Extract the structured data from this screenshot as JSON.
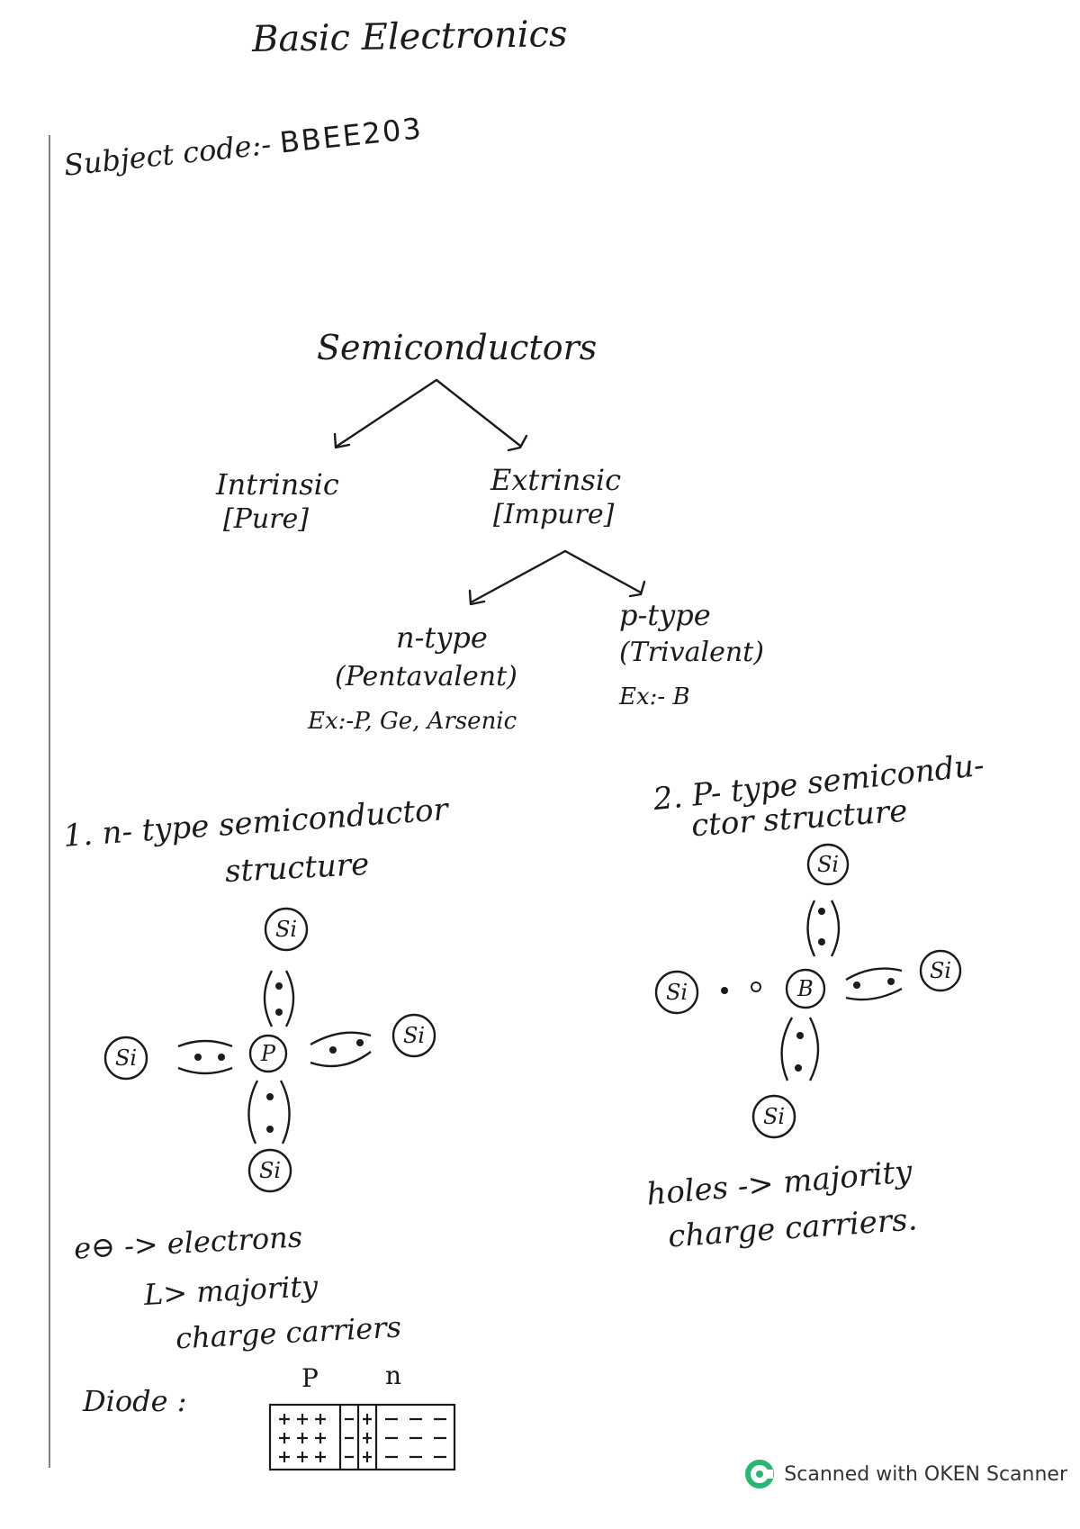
{
  "title": "Basic Electronics",
  "subject": {
    "label": "Subject code:-",
    "code": "BBEE203"
  },
  "tree": {
    "root": "Semiconductors",
    "intrinsic": "Intrinsic",
    "intrinsic_note": "[Pure]",
    "extrinsic": "Extrinsic",
    "extrinsic_note": "[Impure]",
    "ntype": "n-type",
    "ntype_note": "(Pentavalent)",
    "ntype_examples": "Ex:-P, Ge, Arsenic",
    "ptype": "p-type",
    "ptype_note": "(Trivalent)",
    "ptype_examples": "Ex:- B"
  },
  "n_section": {
    "heading_line1": "1. n- type semiconductor",
    "heading_line2": "structure",
    "atoms": {
      "center": "P",
      "neighbor": "Si"
    },
    "carrier_line1": "e⊖ -> electrons",
    "carrier_line2": "L> majority",
    "carrier_line3": "charge carriers"
  },
  "p_section": {
    "heading_line1": "2. P- type semicondu-",
    "heading_line2": "ctor structure",
    "atoms": {
      "center": "B",
      "neighbor": "Si"
    },
    "carrier_line1": "holes -> majority",
    "carrier_line2": "charge carriers."
  },
  "diode": {
    "label": "Diode :",
    "p_label": "P",
    "n_label": "n"
  },
  "footer": {
    "scanner_text": "Scanned with OKEN Scanner",
    "logo_color": "#2bb673"
  }
}
